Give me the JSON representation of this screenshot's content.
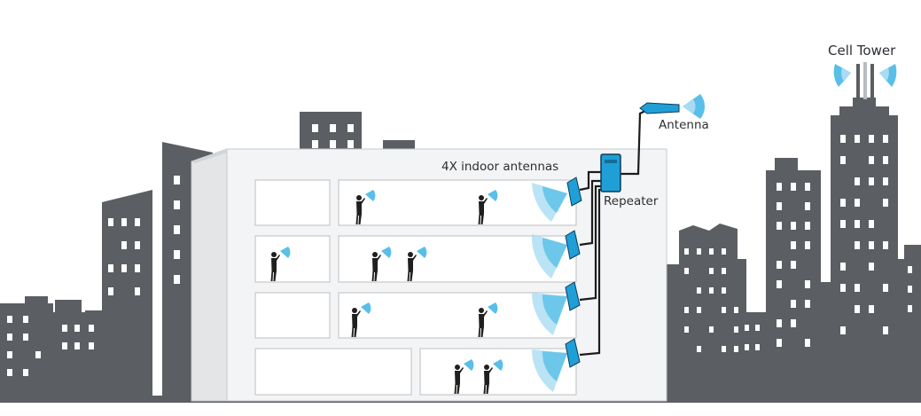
{
  "labels": {
    "cell_tower": "Cell Tower",
    "antenna": "Antenna",
    "indoor_antennas": "4X indoor antennas",
    "repeater": "Repeater"
  },
  "colors": {
    "skyline": "#5b5e62",
    "window": "#ffffff",
    "building_face": "#f3f4f5",
    "building_side": "#e3e5e7",
    "building_outline": "#c6c9cc",
    "room_fill": "#ffffff",
    "device_blue": "#1f9fd6",
    "device_dark": "#0d3b57",
    "signal_light": "#a9dcf3",
    "signal_mid": "#59bfe9",
    "cable": "#1c1c1c",
    "person": "#1f1f1f",
    "text": "#2b2f33"
  },
  "icons": {
    "tower": "cell-tower-icon",
    "outdoor_antenna": "yagi-antenna-icon",
    "indoor_antenna": "panel-antenna-icon",
    "repeater": "repeater-box-icon",
    "person": "person-with-phone-icon"
  }
}
